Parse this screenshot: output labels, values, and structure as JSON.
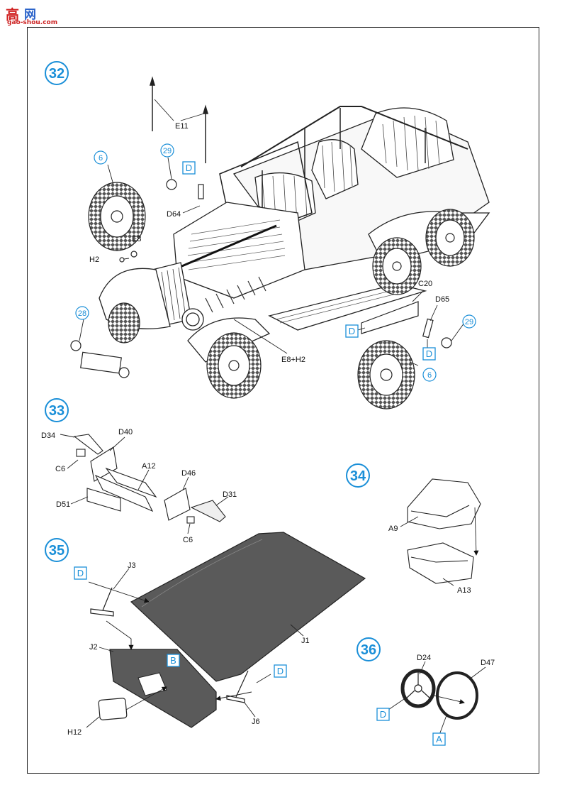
{
  "watermark": {
    "glyph": "高",
    "site": "网",
    "url": "gao-shou.com"
  },
  "steps": [
    "32",
    "33",
    "34",
    "35",
    "36"
  ],
  "step32": {
    "callouts": [
      "E11",
      "D64",
      "E8",
      "H2",
      "C20",
      "D65",
      "E8+H2"
    ],
    "circle_refs": [
      "6",
      "29",
      "28",
      "29",
      "6"
    ],
    "box_refs": [
      "D",
      "D",
      "D"
    ]
  },
  "step33": {
    "callouts": [
      "D34",
      "D40",
      "C6",
      "A12",
      "D46",
      "D31",
      "D51",
      "C6"
    ]
  },
  "step34": {
    "callouts": [
      "A9",
      "A13"
    ]
  },
  "step35": {
    "callouts": [
      "J3",
      "J2",
      "J1",
      "H12",
      "J6"
    ],
    "box_refs": [
      "D",
      "B",
      "D"
    ]
  },
  "step36": {
    "callouts": [
      "D24",
      "D47"
    ],
    "box_refs": [
      "D",
      "A"
    ]
  },
  "colors": {
    "accent": "#1a8fd8",
    "line": "#222222",
    "roof": "#5a5a5a"
  }
}
